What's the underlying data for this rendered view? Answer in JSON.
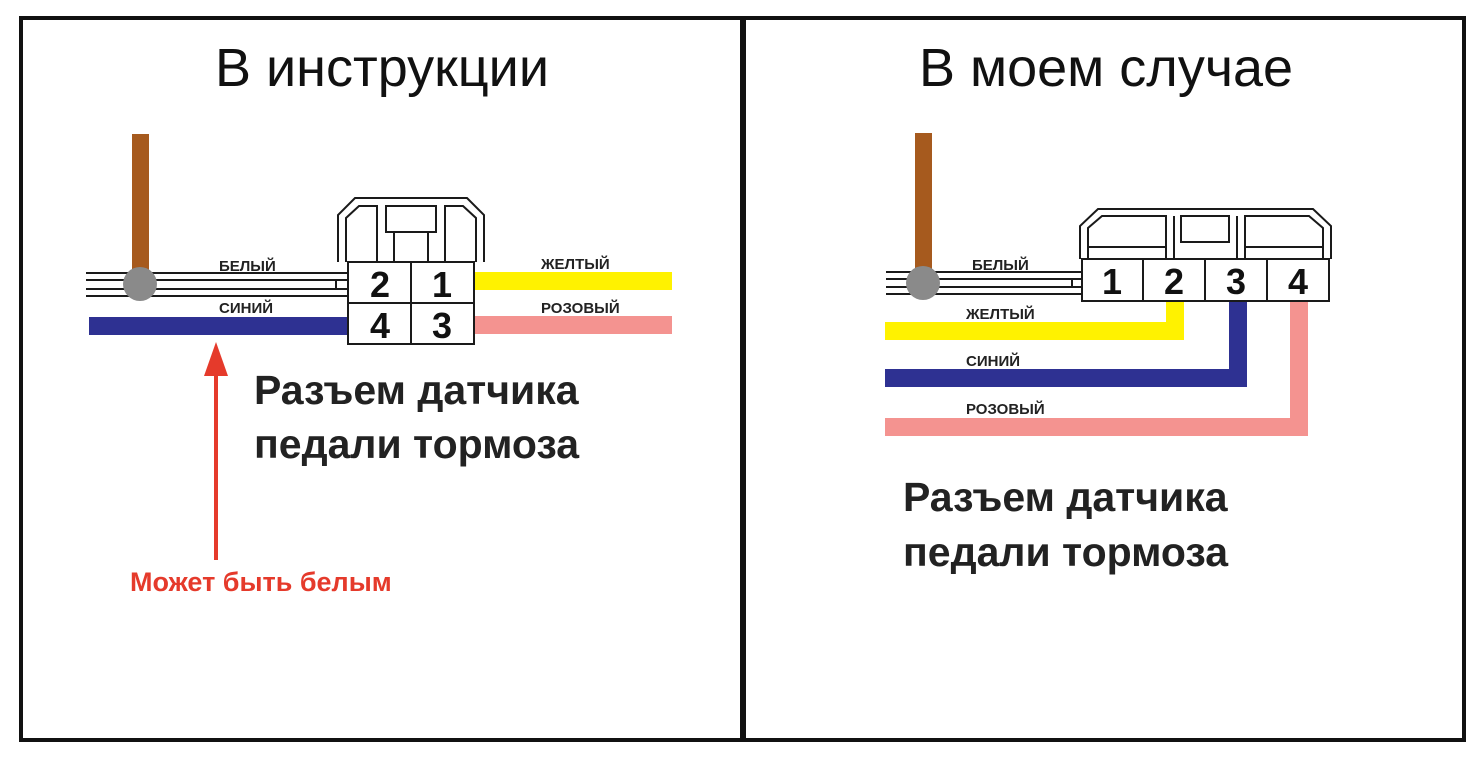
{
  "colors": {
    "brown": "#a65a1e",
    "white_wire": "#ffffff",
    "blue": "#2e3192",
    "yellow": "#fff200",
    "pink": "#f49390",
    "junction": "#8a8a8a",
    "note_red": "#e53a2b",
    "outline": "#1a1a1a"
  },
  "left_panel": {
    "title": "В инструкции",
    "wire_labels": {
      "white": "БЕЛЫЙ",
      "blue": "СИНИЙ",
      "yellow": "ЖЕЛТЫЙ",
      "pink": "РОЗОВЫЙ"
    },
    "pins": [
      "2",
      "1",
      "4",
      "3"
    ],
    "caption_line1": "Разъем датчика",
    "caption_line2": "педали тормоза",
    "note": "Может быть белым"
  },
  "right_panel": {
    "title": "В моем случае",
    "wire_labels": {
      "white": "БЕЛЫЙ",
      "yellow": "ЖЕЛТЫЙ",
      "blue": "СИНИЙ",
      "pink": "РОЗОВЫЙ"
    },
    "pins": [
      "1",
      "2",
      "3",
      "4"
    ],
    "caption_line1": "Разъем датчика",
    "caption_line2": "педали тормоза"
  }
}
